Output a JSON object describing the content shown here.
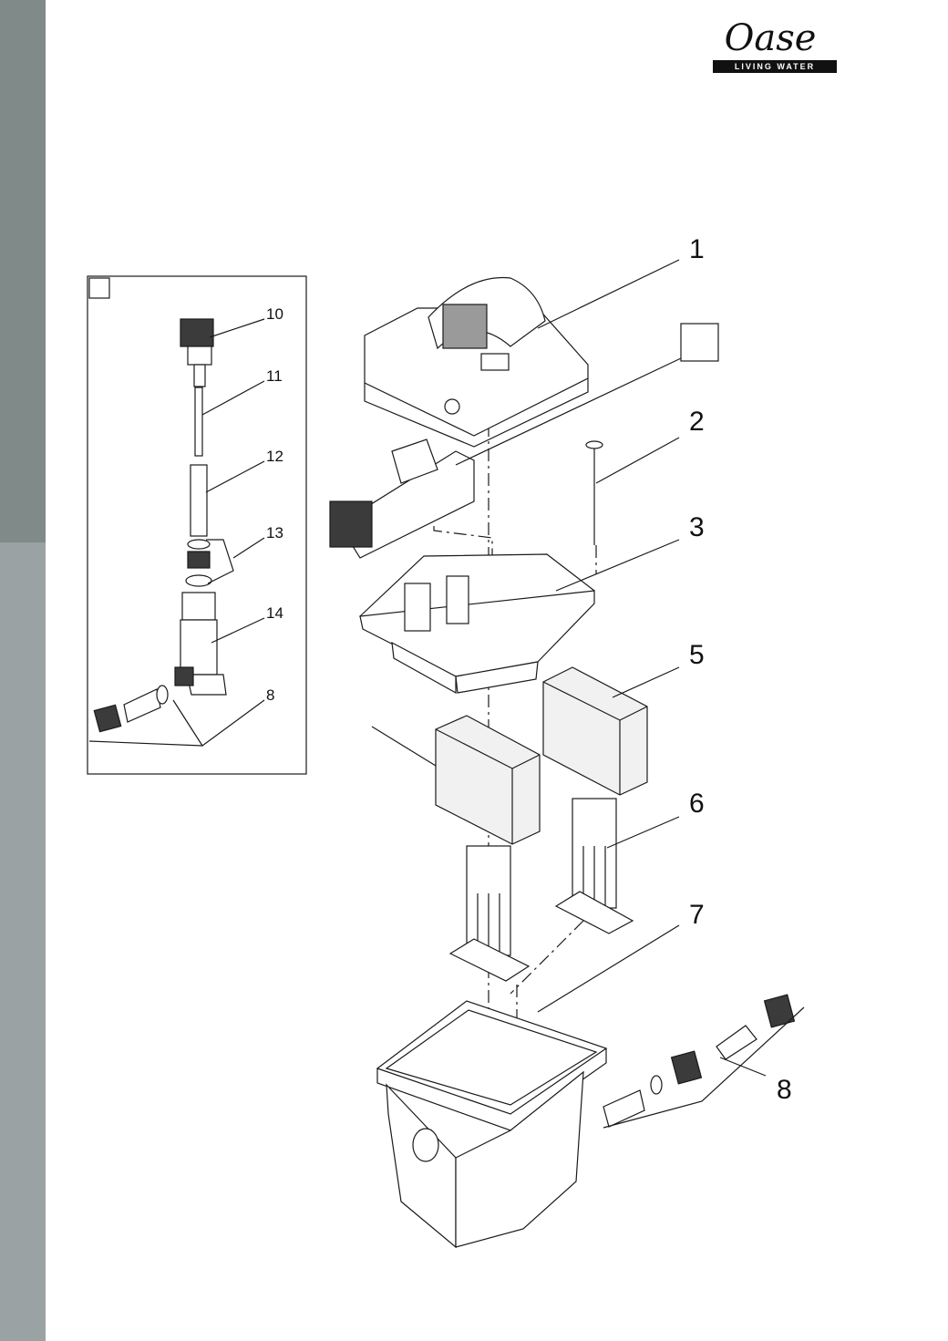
{
  "colors": {
    "band_top": "#808a88",
    "band_bottom": "#9aa2a4",
    "line": "#1a1a1a",
    "part_fill": "#ffffff",
    "sponge_fill": "#f1f1f1",
    "dark_part": "#3b3b3b"
  },
  "logo": {
    "word": "Oase",
    "tagline": "LIVING WATER"
  },
  "callouts_main": [
    "1",
    "2",
    "3",
    "5",
    "6",
    "7",
    "8"
  ],
  "callouts_inset": [
    "10",
    "11",
    "12",
    "13",
    "14",
    "8"
  ]
}
